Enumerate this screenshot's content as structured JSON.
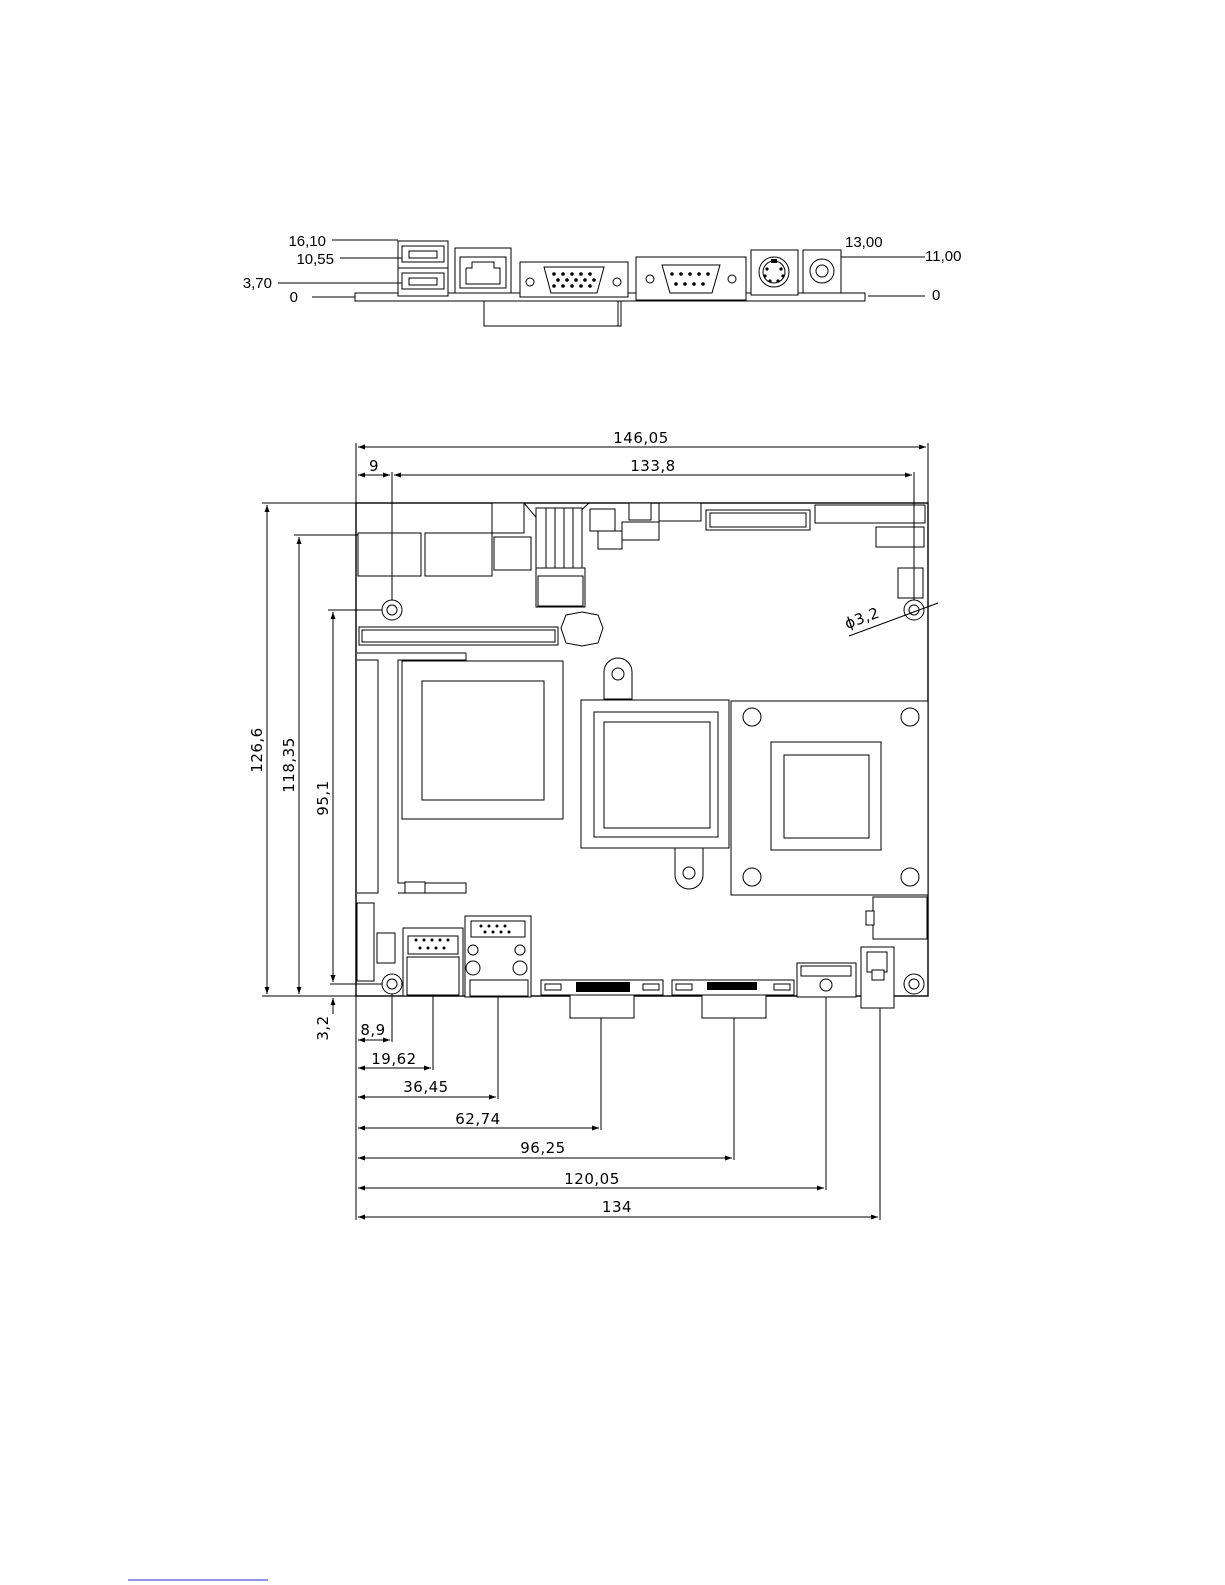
{
  "diagram": {
    "side_view": {
      "heights_left": [
        "16,10",
        "10,55",
        "3,70",
        "0"
      ],
      "heights_right": [
        "13,00",
        "11,00",
        "0"
      ]
    },
    "top_view": {
      "width_total": "146,05",
      "hole_offset": "9",
      "hole_span": "133,8",
      "height_total": "126,6",
      "height_a": "118,35",
      "height_b": "95,1",
      "hole_y_offset": "3,2",
      "hole_diameter": "ϕ3,2",
      "bottom_offsets": [
        "8,9",
        "19,62",
        "36,45",
        "62,74",
        "96,25",
        "120,05",
        "134"
      ]
    }
  }
}
